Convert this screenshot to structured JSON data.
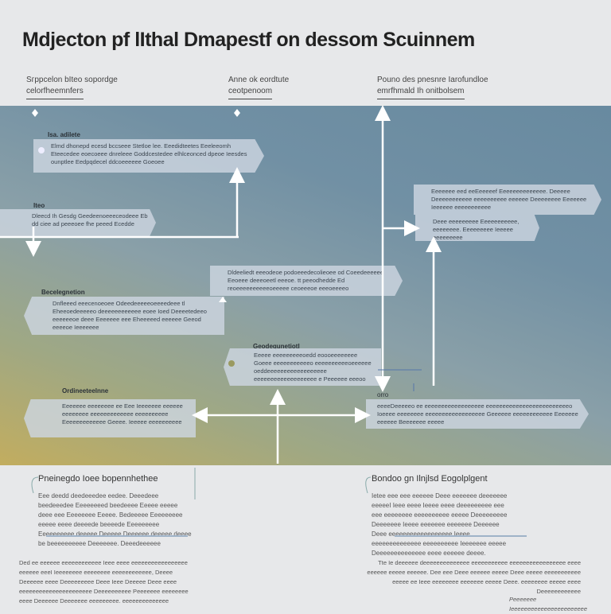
{
  "title": "Mdjecton pf lIthal Dmapestf on dessom Scuinnem",
  "columns": [
    {
      "line1": "Sгрpcelon bIteo sopordge",
      "line2": "celorfheemnfers"
    },
    {
      "line1": "Anne ok eordtute",
      "line2": "ceotpenoom"
    },
    {
      "line1": "Pouno des pnesnre Iarofundloe",
      "line2": "emrfhmald Ih onitbolsem"
    }
  ],
  "boxes": [
    {
      "label": "Isa. adilete",
      "text": "Elmd dhonepd ecesd bccseee Stetloe lee. Eeedidteetes Eeeleeomh Eteecedee eoecoeee dnreleee Goddcestedee elhlceonced dpeoe Ieesdes ounptlee Eedpqdecel ddcoeeeeee Goeoee"
    },
    {
      "label": "Iteo",
      "text": "Dleecd Ih Gesdg Geedeenoeeeceodeee Eb dd ciee ad peeeoee fhe peeed Ecedde"
    },
    {
      "label": "",
      "text": "Dldeeliedt eeeodeoe podoeeedecolieoee od Coeedeeeeee Eeoeee deeeoeetl eeeoe. tt peeodhedde Ed reoeeeeeeeeeeoeeeee ceoeeeoe eeeoeeeeo"
    },
    {
      "label": "Becelegnetion",
      "text": "Dnfleeed eeecenoeoee Odeedeeeeeoeeeedeee tl Eheeoedeeeeeo deeeeeeeeeeee eoee Ioed Deeeetedeeo eeeeeeoe deee Eeeeeee eee Eheeeeed eeeeee Geeod eeeeoe Ieeeeeee"
    },
    {
      "label": "Geodequnetiotl",
      "text": "Eeeee eeeeeeeeeoedd eoooeeeeeeee Goeee eeeeeeeeeeeo eeeeeeeeeeoeeeeee oeddeeeeeeeeeeeeeeeeee eeeeeeeeeeeeeeeeeee e Peeeeee eeeoo"
    },
    {
      "label": "Ordineeteelnne",
      "text": "Eeeeeee eeeeeeee ee Eee Ieeeeeee eeeeee eeeeeeee eeeeeeeeeeeee eeeeeeeeee Eeeeeeeeeeeee Geeee. Ieeeee eeeeeeeeee"
    },
    {
      "label": "orro",
      "text": "eeeeDeeeeeo ee eeeeeeeeeeeeeeeeee eeeeeeeeeeeeeeeeeeeeeeeeeo Ioeeee eeeeeeee eeeeeeeeeeeeeeeeee Geeeeee eeeeeeeeeeee Eeeeeee eeeeee Beeeeeee eeeee"
    },
    {
      "label": "",
      "text": "Eeeeeee eed eeEeeeeef Eeeeeeeeeeeeee. Deeeee Deeeeeeeeeee eeeeeeeeee eeeeee Deeeeeeee Eeeeeee Ieeeeee eeeeeeeeeee"
    },
    {
      "label": "",
      "text": "Deee eeeeeeeee Eeeeeeeeeee, eeeeeeee. Eeeeeeeee Ieeeee eeeeeeeee"
    }
  ],
  "notes": [
    {
      "heading": "Pneinegdo Ioee bopennhethee",
      "text": "Eee deedd deedeeedee eedee. Deeedeee beedeeedee Eeeeeeeed beedeeee Eeeee eeeee deee eee Eeeeeeee Eeeee. Bedeeeee Eeeeeeeee eeeee eeee deeeede beeeede Eeeeeeeee Eeeeeeeeee deeeee Deeeee Deeeeee deeeee deeee be beeeeeeeeee Deeeeeee. Deeedeeeeee"
    },
    {
      "heading": "Bondoo gn Ilnjlsd Eogolplgent",
      "text": "Ietee eee eee eeeeee Deee eeeeeee deeeeeee eeeeeI Ieee eeee Ieeee eeee deeeeeeeee eee eee eeeeeeee eeeeeeeeee eeeee Deeeeeeeee Deeeeeee Ieeee eeeeeee eeeeeee Deeeeee Deee eeeeeeeeeeeeeeeeee Ieeee eeeeeeeeeeeeee eeeeeeeeee Ieeeeeee eeeee Deeeeeeeeeeeeee eeee eeeeee deeee."
    }
  ],
  "footers": [
    "Ded ee eeeeee eeeeeeeeeeee Ieee eeee eeeeeeeeeeeeeeeee eeeeee eeeI Ieeeeeeee eeeeeeee eeeeeeeeeeee, Deeee Deeeeee eeee Deeeeeeeee Deee Ieee Deeeee Deee eeee eeeeeeeeeeeeeeeeeeeeee Deeeeeeeeee Peeeeeee eeeeeeee eeee Deeeeee Deeeeeee eeeeeeeee. eeeeeeeeeeeeee",
    "Tte Ie deeeeee deeeeeeeeeeeeee eeeeeeeeeee eeeeeeeeeeeeeeeee eeee eeeeee eeeee eeeeee. Dee eee Deee eeeeee eeeee Deee eeeee eeeeeeeeeee eeeee ee Ieee eeeeeeee eeeeeee eeeee Deee. eeeeeeee eeeee eeee Deeeeeeeeeeee",
    "Peeeeeee Ieeeeeeeeeeeeeeeeeeeeeee"
  ]
}
